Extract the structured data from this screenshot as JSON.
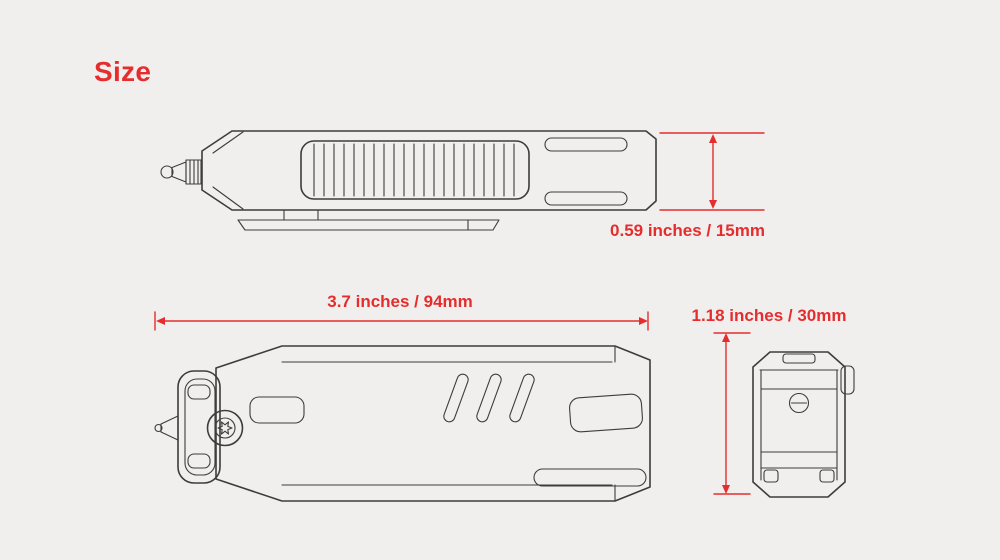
{
  "title": "Size",
  "colors": {
    "accent": "#e62d2d",
    "line": "#3d3d3d",
    "background": "#f0efee"
  },
  "dimensions": {
    "height": "0.59 inches / 15mm",
    "length": "3.7 inches / 94mm",
    "width": "1.18 inches / 30mm"
  }
}
